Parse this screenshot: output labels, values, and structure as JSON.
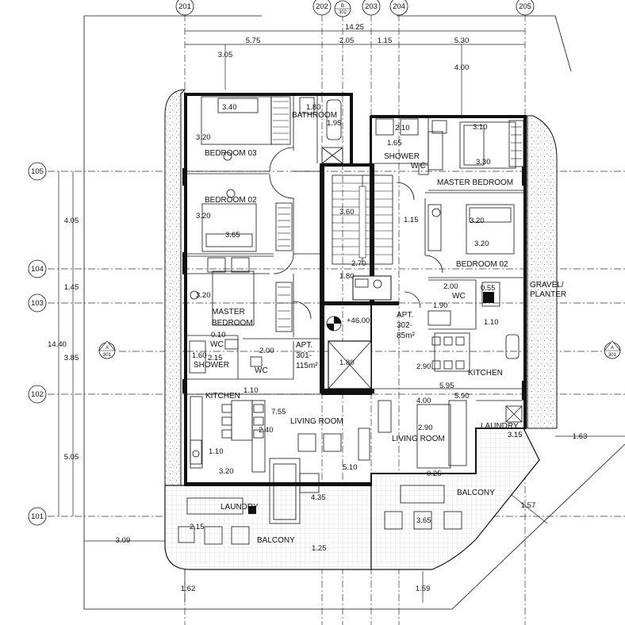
{
  "grid_bubbles": {
    "top": [
      "201",
      "202",
      "203",
      "204",
      "205"
    ],
    "left": [
      "105",
      "104",
      "103",
      "102",
      "101"
    ],
    "section_top": {
      "letter": "B",
      "num": "302"
    },
    "section_left": {
      "letter": "A",
      "num": "301"
    },
    "section_right": {
      "letter": "A",
      "num": "301"
    }
  },
  "dimensions": {
    "overall_width": "14.25",
    "top_segments": [
      "5.75",
      "2.05",
      "1.15",
      "5.30"
    ],
    "top_offset_left": "3.05",
    "top_offset_right": "4.00",
    "left_overall": "14.40",
    "left_segments": [
      "4.05",
      "1.45",
      "3.85",
      "5.05"
    ],
    "bottom_left_offset": "3.09",
    "bottom_left": "1.62",
    "bottom_center": "1.59",
    "right_side": "1.63",
    "right_diag": "1.57"
  },
  "apt301": {
    "rooms": {
      "bedroom03": "BEDROOM 03",
      "bathroom": "BATHROOM",
      "bedroom02": "BEDROOM 02",
      "master_bedroom_1": "MASTER",
      "master_bedroom_2": "BEDROOM",
      "wc": "WC",
      "shower": "SHOWER",
      "wc2": "WC",
      "kitchen": "KITCHEN",
      "living_room": "LIVING ROOM",
      "laundry": "LAUNDRY",
      "balcony": "BALCONY"
    },
    "label_1": "APT.",
    "label_2": "301-",
    "label_3": "115m²",
    "dims": {
      "b03_w": "3.40",
      "b03_h": "3.20",
      "bath_w": "1.80",
      "bath_h": "1.95",
      "b02_h": "3.20",
      "b02_w": "3.65",
      "mb_h": "3.20",
      "wc_w": "0.10",
      "shower_w": "1.60",
      "shower_h": "2.15",
      "wc2_w": "2.00",
      "kitchen_h": "1.10",
      "living_w": "7.55",
      "k_depth": "2.40",
      "k_w": "1.10",
      "k_bottom": "3.20",
      "living_h": "5.10",
      "living_bottom": "4.35",
      "laundry_w": "2.15",
      "balcony_h": "1.25"
    }
  },
  "core": {
    "stair_h": "3.60",
    "stair_w": "2.70",
    "lobby_h": "1.80",
    "lift_w": "1.80",
    "level": "+46.00"
  },
  "apt302": {
    "rooms": {
      "shower": "SHOWER",
      "wc": "W.C",
      "master_bedroom": "MASTER BEDROOM",
      "bedroom02": "BEDROOM 02",
      "wc2": "WC",
      "kitchen": "KITCHEN",
      "living_room": "LIVING ROOM",
      "laundry": "LAUNDRY",
      "balcony": "BALCONY",
      "gravel_1": "GRAVEL/",
      "gravel_2": "PLANTER"
    },
    "label_1": "APT.",
    "label_2": "302-",
    "label_3": "85m²",
    "dims": {
      "sh_w": "2.10",
      "sh_h": "1.65",
      "mb_w": "3.10",
      "mb_h": "3.30",
      "corr": "1.15",
      "b02_w": "3.20",
      "b02_h": "3.20",
      "wc_w": "2.00",
      "wc_s": "0.55",
      "wc_h": "1.90",
      "wc_side": "1.10",
      "kit_h": "2.90",
      "kit_w": "5.95",
      "living_w": "4.00",
      "living_w2": "5.90",
      "living_h": "2.90",
      "lr_bottom": "0.25",
      "laundry_w": "3.15",
      "balcony_w": "3.65"
    }
  }
}
